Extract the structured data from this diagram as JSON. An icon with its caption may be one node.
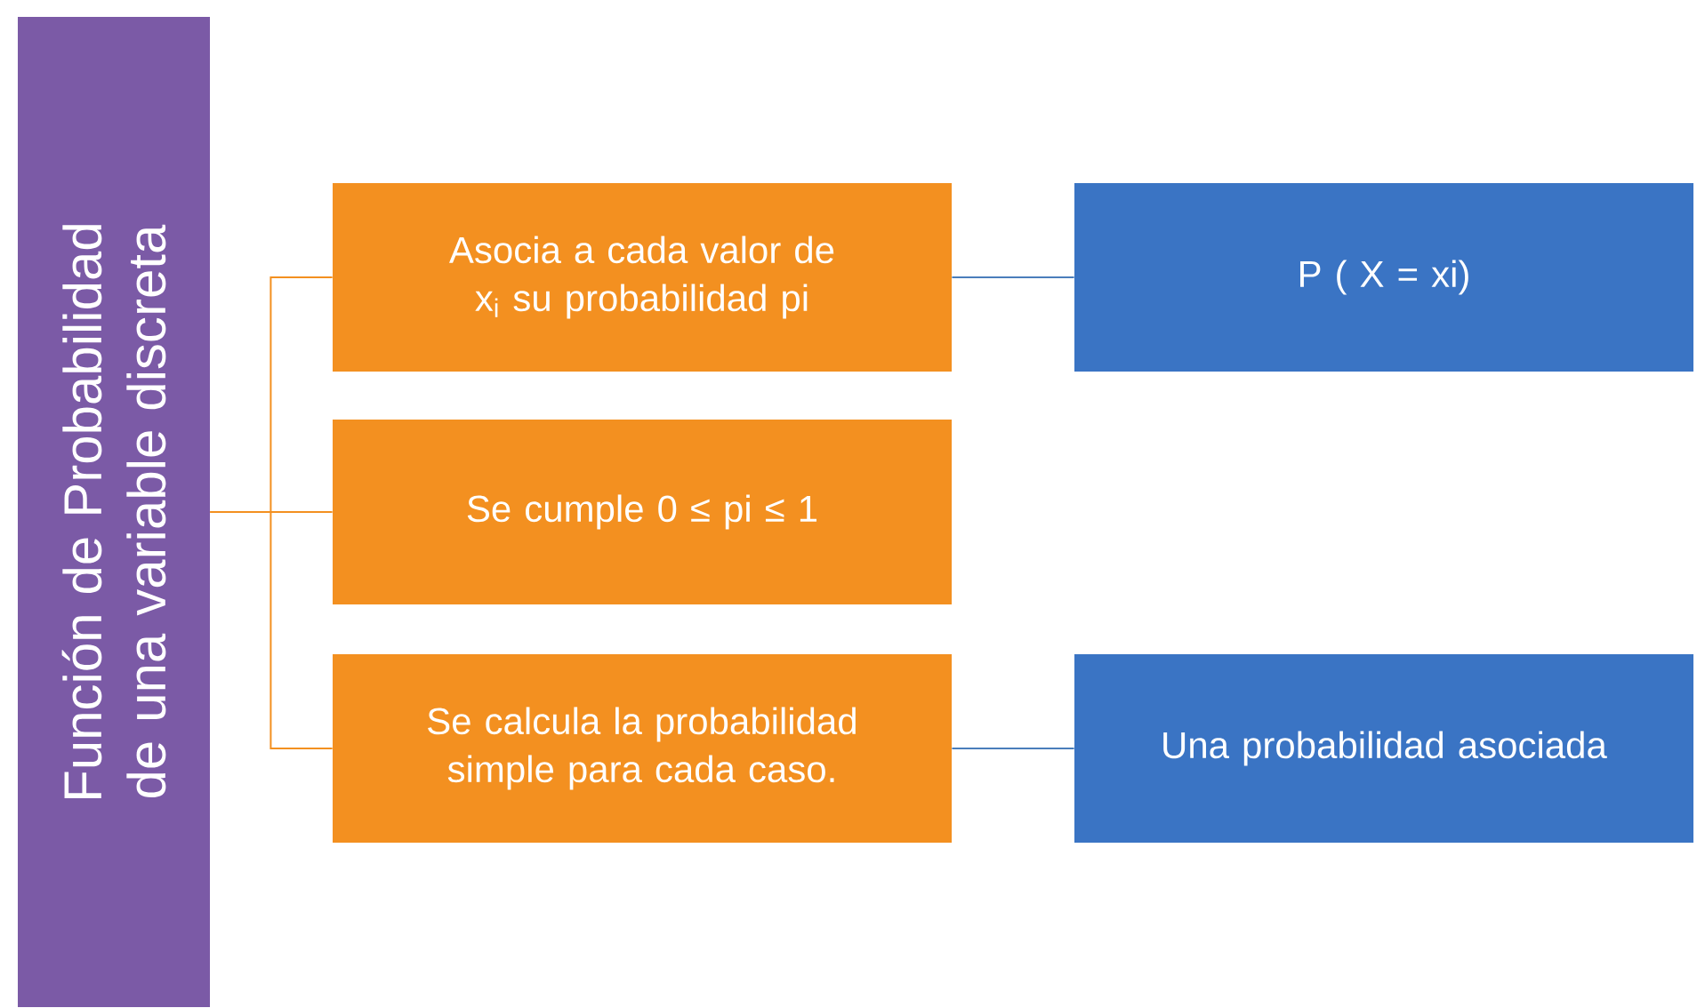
{
  "diagram": {
    "nodes": [
      {
        "text": [
          "Función de Probabilidad de una variable discreta"
        ]
      },
      {
        "text": [
          "Asocia  a cada valor de x$_{i}$ su probabilidad pi"
        ]
      },
      {
        "text": [
          "Se cumple 0 ≤ pi ≤ 1"
        ]
      },
      {
        "text": [
          "Se calcula la probabilidad simple para cada caso."
        ]
      },
      {
        "text": [
          "P ( X = xi)"
        ]
      },
      {
        "text": [
          "Una probabilidad asociada"
        ]
      }
    ],
    "edges": [
      {
        "from": 0,
        "to": 1,
        "arrow": "none"
      },
      {
        "from": 0,
        "to": 2,
        "arrow": "none"
      },
      {
        "from": 0,
        "to": 3,
        "arrow": "none"
      },
      {
        "from": 1,
        "to": 4,
        "arrow": "none",
        "color": "#4a7ebb"
      },
      {
        "from": 3,
        "to": 5,
        "arrow": "none",
        "color": "#4a7ebb"
      }
    ]
  }
}
